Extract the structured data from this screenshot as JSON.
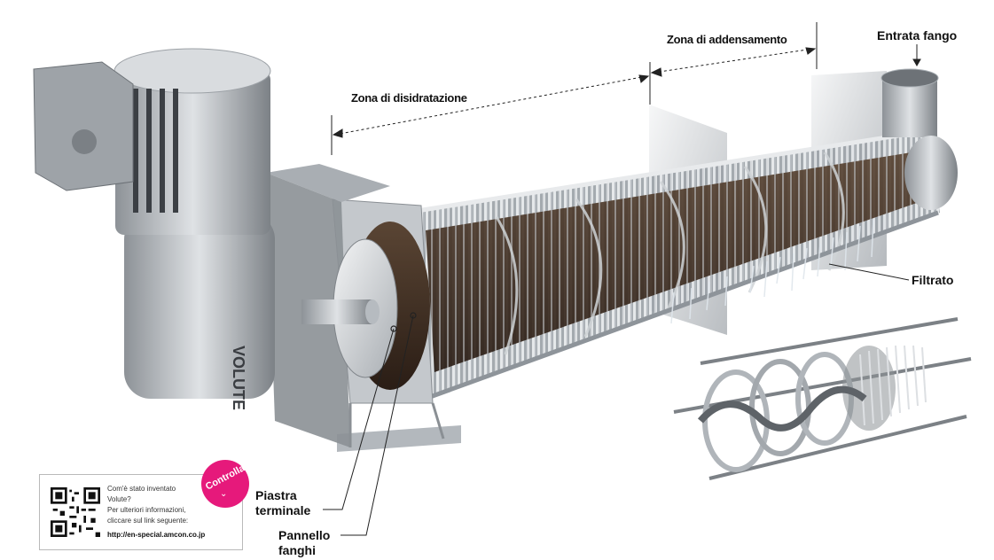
{
  "labels": {
    "entrata_fango": "Entrata fango",
    "zona_addensamento": "Zona di addensamento",
    "zona_disidratazione": "Zona di disidratazione",
    "filtrato": "Filtrato",
    "piastra_terminale_1": "Piastra",
    "piastra_terminale_2": "terminale",
    "pannello_fanghi_1": "Pannello",
    "pannello_fanghi_2": "fanghi"
  },
  "motor_brand": "VOLUTE",
  "qr_panel": {
    "line1": "Com'è stato inventato",
    "line2": "Volute?",
    "line3": "Per ulteriori informazioni,",
    "line4": "cliccare sul link seguente:",
    "url": "http://en-special.amcon.co.jp",
    "badge": "Controlla"
  },
  "colors": {
    "badge": "#e6197b",
    "metal_light": "#d9dcdf",
    "metal_dark": "#5d6166",
    "sludge": "#3a2a20"
  }
}
